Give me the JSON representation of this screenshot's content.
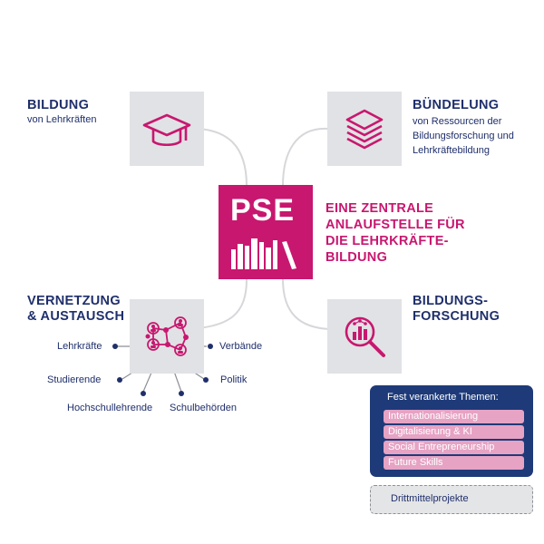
{
  "center": {
    "acronym": "PSE",
    "tagline": [
      "EINE ZENTRALE",
      "ANLAUFSTELLE FÜR",
      "DIE LEHRKRÄFTE-",
      "BILDUNG"
    ]
  },
  "bildung": {
    "title": "BILDUNG",
    "subtitle": "von Lehrkräften",
    "icon": "graduation-cap-icon"
  },
  "buendelung": {
    "title": "BÜNDELUNG",
    "lines": [
      "von Ressourcen der",
      "Bildungsforschung und",
      "Lehrkräftebildung"
    ],
    "icon": "layers-icon"
  },
  "vernetzung": {
    "title_lines": [
      "VERNETZUNG",
      "& AUSTAUSCH"
    ],
    "icon": "network-people-icon",
    "nodes": [
      "Lehrkräfte",
      "Verbände",
      "Studierende",
      "Politik",
      "Hochschullehrende",
      "Schulbehörden"
    ]
  },
  "forschung": {
    "title_lines": [
      "BILDUNGS-",
      "FORSCHUNG"
    ],
    "icon": "magnifier-chart-icon"
  },
  "themes": {
    "title": "Fest verankerte Themen:",
    "items": [
      "Internationalisierung",
      "Digitalisierung & KI",
      "Social Entrepreneurship",
      "Future Skills"
    ]
  },
  "drittmittel": "Drittmittelprojekte",
  "colors": {
    "navy": "#1f2f6b",
    "magenta": "#c8176f",
    "grey_box": "#e1e2e5",
    "panel": "#1e3a78",
    "pill": "#e6a3c4"
  }
}
